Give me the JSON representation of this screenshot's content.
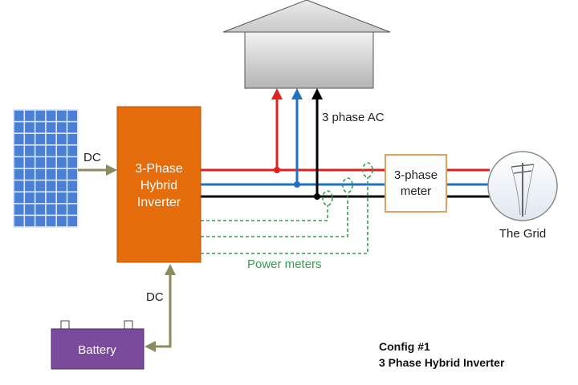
{
  "labels": {
    "inverter_line1": "3-Phase",
    "inverter_line2": "Hybrid",
    "inverter_line3": "Inverter",
    "dc_solar": "DC",
    "dc_battery": "DC",
    "ac_label": "3 phase AC",
    "meter_line1": "3-phase",
    "meter_line2": "meter",
    "grid": "The Grid",
    "power_meters": "Power meters",
    "battery": "Battery",
    "caption_line1": "Config #1",
    "caption_line2": "3 Phase Hybrid Inverter"
  },
  "colors": {
    "inverter": "#e46c0a",
    "phase_red": "#e02020",
    "phase_blue": "#1f72c0",
    "phase_black": "#000000",
    "power_meter": "#2e9e4e",
    "dc_arrow": "#8c8a5e",
    "battery": "#7a4a9c",
    "meter_border": "#e0a060",
    "solar_cell": "#4a7fd6"
  }
}
